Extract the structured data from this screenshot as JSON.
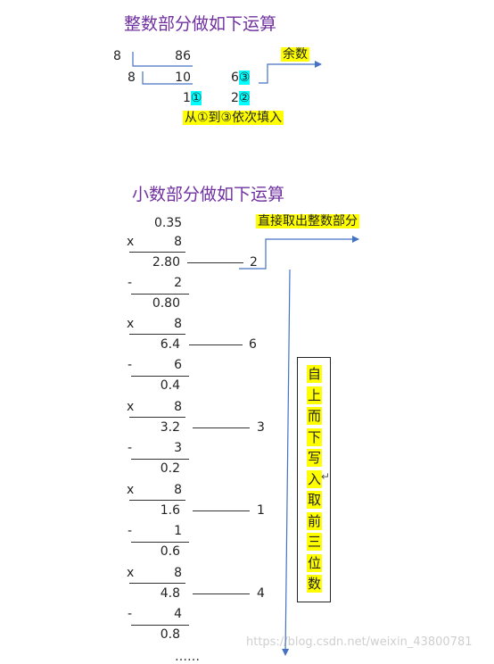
{
  "integer_section": {
    "title": "整数部分做如下运算",
    "divisor_1": "8",
    "dividend_1": "86",
    "divisor_2": "8",
    "quotient_1": "10",
    "remainder_1_prefix": "6",
    "remainder_1_mark": "③",
    "remainder_2_prefix": "1",
    "remainder_2_mark": "①",
    "remainder_3_prefix": "2",
    "remainder_3_mark": "②",
    "remainder_label": "余数",
    "fill_order_note": "从①到③依次填入"
  },
  "decimal_section": {
    "title": "小数部分做如下运算",
    "start_value": "0.35",
    "integer_part_note": "直接取出整数部分",
    "steps": [
      {
        "op": "x",
        "multiplier": "8",
        "product": "2.80",
        "digit": "2",
        "sub": "2",
        "rest": "0.80"
      },
      {
        "op": "x",
        "multiplier": "8",
        "product": "6.4",
        "digit": "6",
        "sub": "6",
        "rest": "0.4"
      },
      {
        "op": "x",
        "multiplier": "8",
        "product": "3.2",
        "digit": "3",
        "sub": "3",
        "rest": "0.2"
      },
      {
        "op": "x",
        "multiplier": "8",
        "product": "1.6",
        "digit": "1",
        "sub": "1",
        "rest": "0.6"
      },
      {
        "op": "x",
        "multiplier": "8",
        "product": "4.8",
        "digit": "4",
        "sub": "4",
        "rest": "0.8"
      }
    ],
    "minus_sign": "-",
    "ellipsis": "……",
    "vertical_note": [
      "自",
      "上",
      "而",
      "下",
      "写",
      "入",
      "取",
      "前",
      "三",
      "位",
      "数"
    ]
  },
  "colors": {
    "title": "#7030a0",
    "highlight_yellow": "#ffff00",
    "highlight_cyan": "#00ffff",
    "line_blue": "#4472c4"
  },
  "watermark": "https://blog.csdn.net/weixin_43800781"
}
